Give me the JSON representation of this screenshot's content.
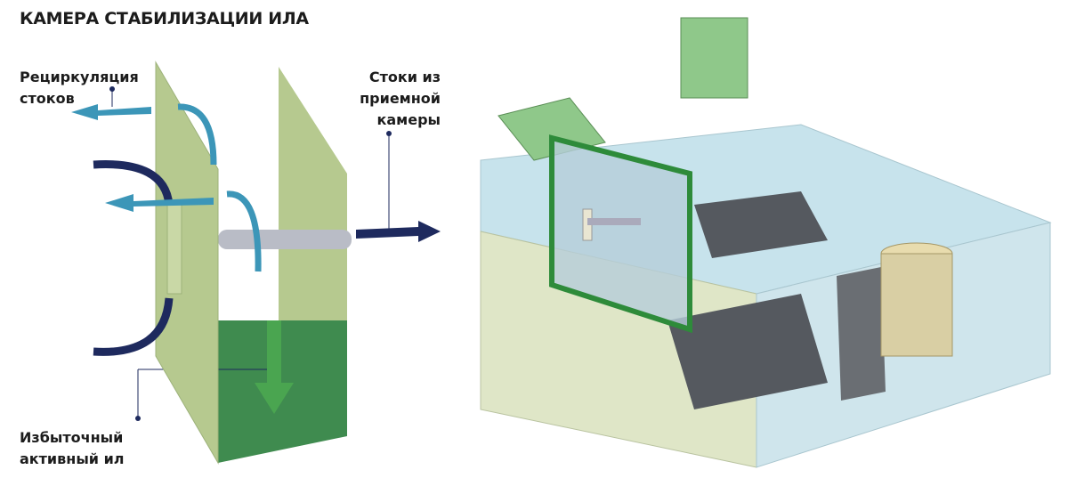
{
  "title": "КАМЕРА СТАБИЛИЗАЦИИ ИЛА",
  "labels": {
    "recirculation": [
      "Рециркуляция",
      "стоков"
    ],
    "inflow": [
      "Стоки из",
      "приемной",
      "камеры"
    ],
    "excess_sludge": [
      "Избыточный",
      "активный ил"
    ]
  },
  "colors": {
    "panel": "#b6c98f",
    "sludge": "#3f8b4f",
    "arrow_light": "#3c96b8",
    "arrow_dark": "#1e2a5e",
    "highlight": "#2e8b3a"
  }
}
